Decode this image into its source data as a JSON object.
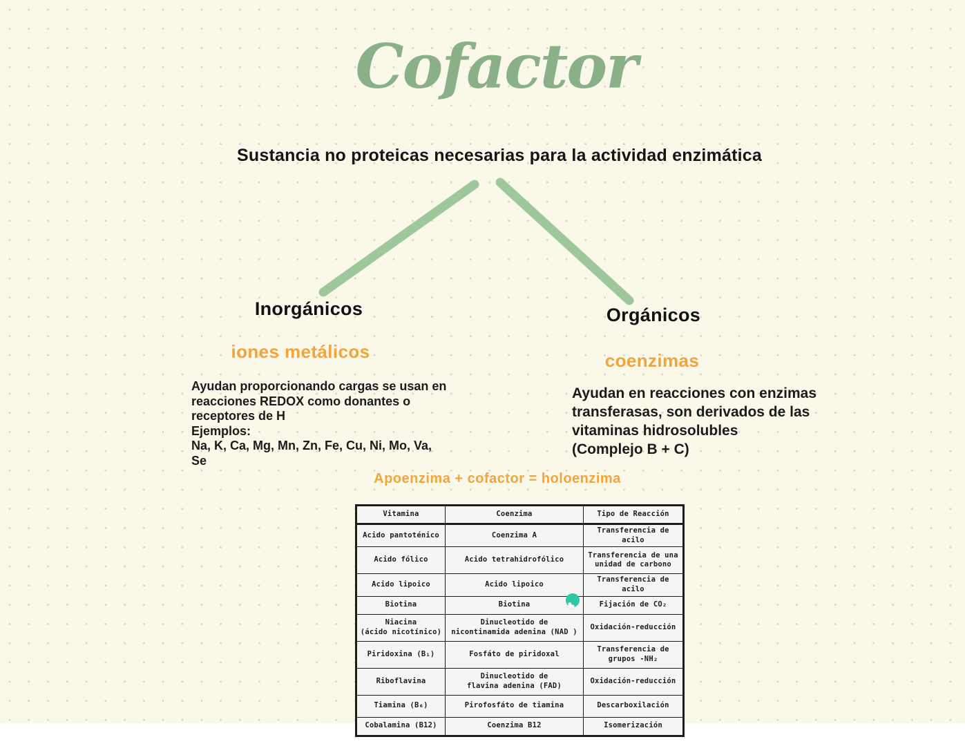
{
  "palette": {
    "paper_background": "#FAF8E9",
    "dot_grid": "#D8D4C3",
    "title_green": "#8AB088",
    "connector_green": "#9EC89B",
    "accent_orange": "#F2A53C",
    "ink_black": "#1A1A1A",
    "cursor_teal": "#2EC7A8"
  },
  "title": {
    "text": "Cofactor"
  },
  "subtitle": {
    "text": "Sustancia no proteicas necesarias para la actividad enzimática"
  },
  "branches": {
    "left": {
      "heading": "Inorgánicos",
      "subheading": "iones metálicos",
      "body": "Ayudan proporcionando cargas se usan en\nreacciones REDOX como donantes o\nreceptores de H\nEjemplos:\nNa, K, Ca, Mg, Mn, Zn, Fe, Cu, Ni, Mo, Va, Se"
    },
    "right": {
      "heading": "Orgánicos",
      "subheading": "coenzimas",
      "body": "Ayudan en reacciones con enzimas\ntransferasas, son derivados de las\nvitaminas hidrosolubles\n(Complejo B + C)"
    }
  },
  "equation": {
    "text": "Apoenzima + cofactor = holoenzima"
  },
  "table": {
    "headers": [
      "Vitamina",
      "Coenzima",
      "Tipo de Reacción"
    ],
    "rows": [
      [
        "Acido pantoténico",
        "Coenzima A",
        "Transferencia de acilo"
      ],
      [
        "Acido fólico",
        "Acido tetrahidrofólico",
        "Transferencia de una\nunidad de carbono"
      ],
      [
        "Acido lipoico",
        "Acido lipoico",
        "Transferencia de acilo"
      ],
      [
        "Biotina",
        "Biotina",
        "Fijación de CO₂"
      ],
      [
        "Niacina\n(ácido nicotínico)",
        "Dinucleotido de\nnicontinamida adenina (NAD )",
        "Oxidación-reducción"
      ],
      [
        "Piridoxina (B₁)",
        "Fosfáto de piridoxal",
        "Transferencia de\ngrupos -NH₂"
      ],
      [
        "Riboflavina",
        "Dinucleotido de\nflavina adenina (FAD)",
        "Oxidación-reducción"
      ],
      [
        "Tiamina (B₆)",
        "Pirofosfáto de tiamina",
        "Descarboxilación"
      ],
      [
        "Cobalamina (B12)",
        "Coenzima B12",
        "Isomerización"
      ]
    ]
  },
  "cursor": {
    "icon": "hand-pointer-icon",
    "color": "#2EC7A8"
  }
}
